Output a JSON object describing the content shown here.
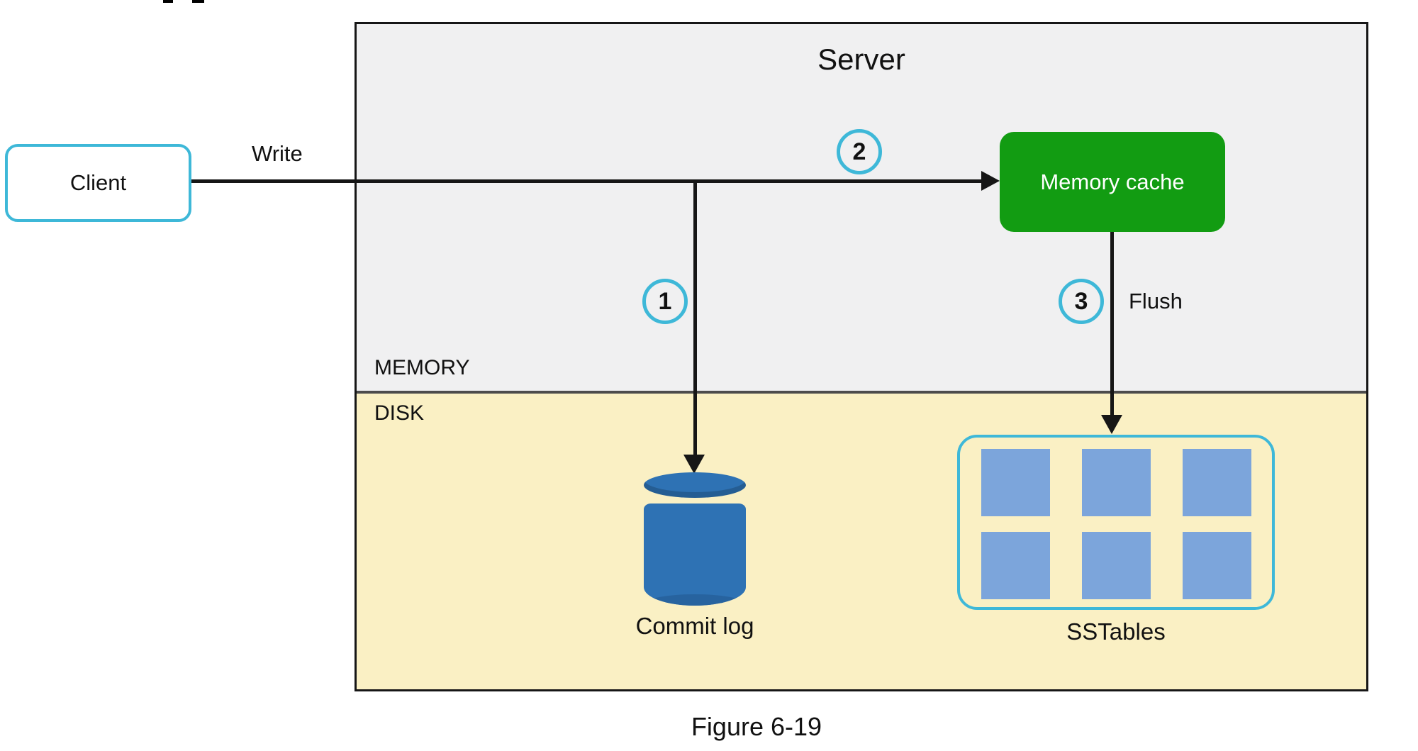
{
  "caption": "Figure 6-19",
  "client": {
    "label": "Client"
  },
  "server": {
    "title": "Server",
    "memory_label": "MEMORY",
    "disk_label": "DISK"
  },
  "memory_cache": {
    "label": "Memory cache"
  },
  "commit_log": {
    "label": "Commit log"
  },
  "sstables": {
    "label": "SSTables",
    "square_count": 6
  },
  "edges": {
    "write_label": "Write",
    "flush_label": "Flush"
  },
  "steps": {
    "step1": "1",
    "step2": "2",
    "step3": "3"
  },
  "colors": {
    "accent_cyan": "#3EB8D8",
    "cache_green": "#129C12",
    "memory_gray": "#F0F0F1",
    "disk_yellow": "#FAF0C4",
    "cylinder_blue": "#2E72B4",
    "cylinder_blue_dark": "#27639F",
    "sstable_blue": "#7CA5DB",
    "line_black": "#161616"
  }
}
